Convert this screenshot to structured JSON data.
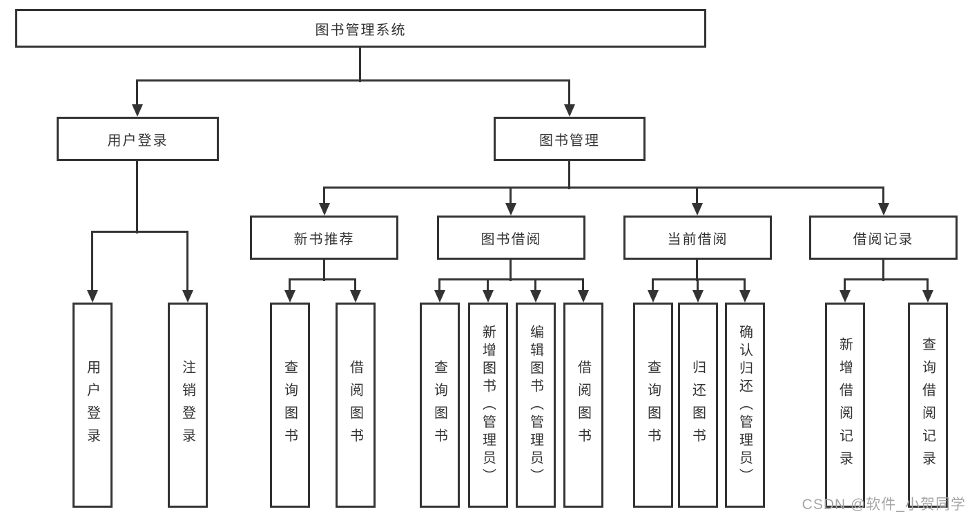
{
  "tree": {
    "label": "图书管理系统",
    "children": [
      {
        "label": "用户登录",
        "children": [
          {
            "label": "用户登录"
          },
          {
            "label": "注销登录"
          }
        ]
      },
      {
        "label": "图书管理",
        "children": [
          {
            "label": "新书推荐",
            "children": [
              {
                "label": "查询图书"
              },
              {
                "label": "借阅图书"
              }
            ]
          },
          {
            "label": "图书借阅",
            "children": [
              {
                "label": "查询图书"
              },
              {
                "label": "新增图书（管理员）"
              },
              {
                "label": "编辑图书（管理员）"
              },
              {
                "label": "借阅图书"
              }
            ]
          },
          {
            "label": "当前借阅",
            "children": [
              {
                "label": "查询图书"
              },
              {
                "label": "归还图书"
              },
              {
                "label": "确认归还（管理员）"
              }
            ]
          },
          {
            "label": "借阅记录",
            "children": [
              {
                "label": "新增借阅记录"
              },
              {
                "label": "查询借阅记录"
              }
            ]
          }
        ]
      }
    ]
  },
  "watermark": {
    "text": "CSDN @软件_小贺同学"
  },
  "colors": {
    "line": "#333333",
    "text": "#333333",
    "box_background": "#ffffff",
    "watermark": "#a5a5a5",
    "background": "#ffffff"
  }
}
